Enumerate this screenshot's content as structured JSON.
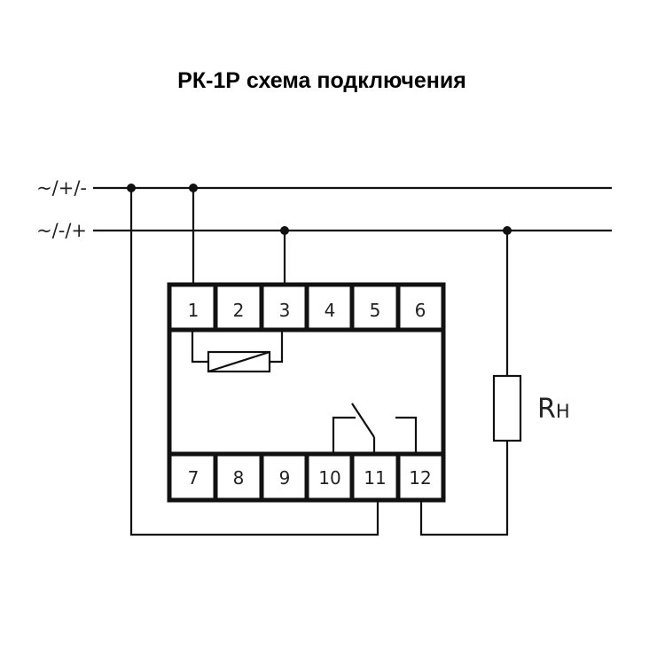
{
  "title": "РК-1Р схема подключения",
  "supply_lines": [
    "~/+/-",
    "~/-/+"
  ],
  "terminals_top": [
    "1",
    "2",
    "3",
    "4",
    "5",
    "6"
  ],
  "terminals_bottom": [
    "7",
    "8",
    "9",
    "10",
    "11",
    "12"
  ],
  "load_label_main": "R",
  "load_label_sub": "H"
}
